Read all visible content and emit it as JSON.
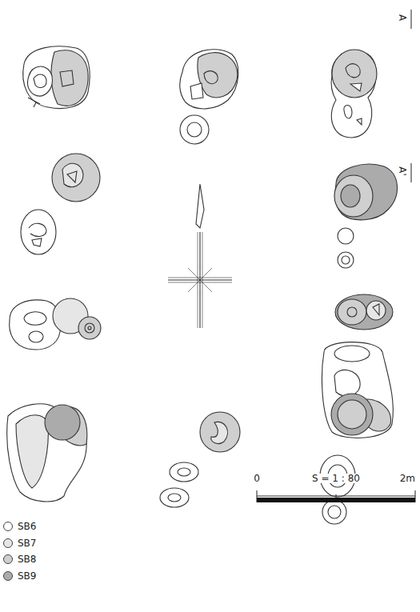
{
  "diagram": {
    "labels": [
      "A",
      "A'",
      "0",
      "S = 1 : 80",
      "2m"
    ],
    "legend": [
      {
        "text": "SB6",
        "color": "#ffffff"
      },
      {
        "text": "SB7",
        "color": "#e6e6e6"
      },
      {
        "text": "SB8",
        "color": "#cfcfcf"
      },
      {
        "text": "SB9",
        "color": "#ababab"
      }
    ]
  }
}
